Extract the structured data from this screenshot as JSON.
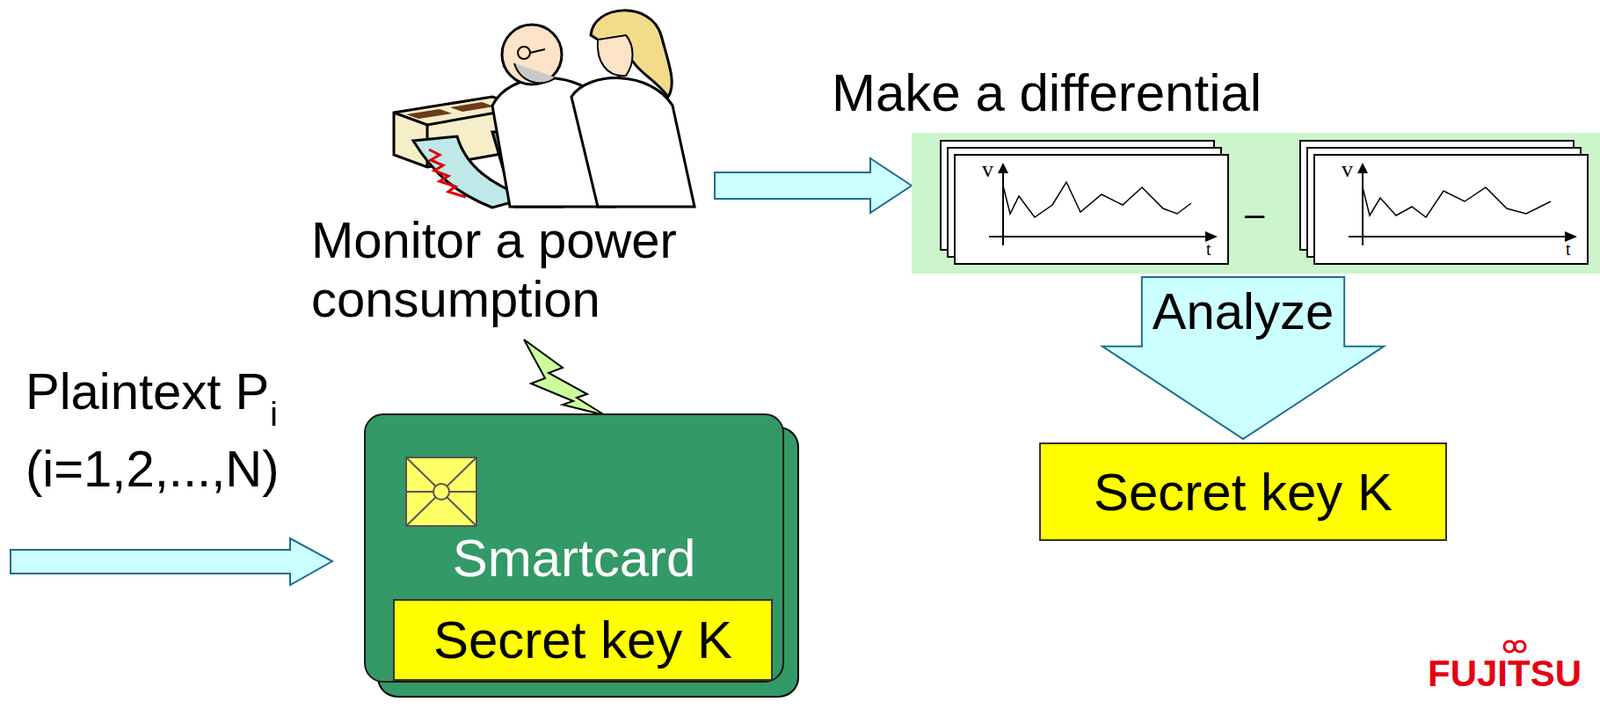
{
  "diagram": {
    "nodes": [
      {
        "text": [
          "Smartcard"
        ]
      },
      {
        "text": [
          "Secret key K"
        ],
        "in": 0
      },
      {
        "text": [
          "Make a differential"
        ]
      },
      {
        "text": [
          "Secret key K"
        ]
      }
    ],
    "edges": [
      {
        "from": 2,
        "to": 3,
        "arrow": "to",
        "label": "Analyze"
      }
    ],
    "labels": [
      "Plaintext P",
      "i",
      "(i=1,2,...,N)",
      "Monitor a power consumption",
      "v",
      "t",
      "–",
      "v",
      "t",
      "FUJITSU"
    ]
  }
}
